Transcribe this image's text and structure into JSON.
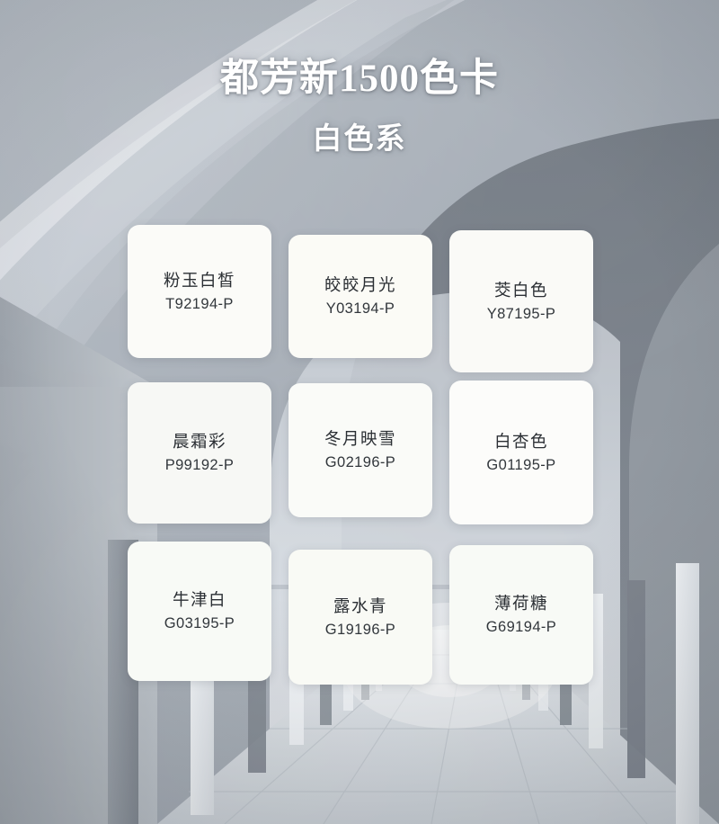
{
  "header": {
    "title": "都芳新1500色卡",
    "subtitle": "白色系"
  },
  "background": {
    "description": "grey-white curved architectural arch corridor with receding columns",
    "base_color": "#9aa1aa",
    "light_color": "#e9edf1",
    "dark_arch_color": "#7b828c",
    "sky_color": "#b9bfc6"
  },
  "swatches": [
    {
      "name": "粉玉白皙",
      "code": "T92194-P",
      "color": "#fbfbf8"
    },
    {
      "name": "皎皎月光",
      "code": "Y03194-P",
      "color": "#fbfbf6"
    },
    {
      "name": "茭白色",
      "code": "Y87195-P",
      "color": "#fafaf7"
    },
    {
      "name": "晨霜彩",
      "code": "P99192-P",
      "color": "#f7f8f5"
    },
    {
      "name": "冬月映雪",
      "code": "G02196-P",
      "color": "#fafbf8"
    },
    {
      "name": "白杏色",
      "code": "G01195-P",
      "color": "#fcfcfa"
    },
    {
      "name": "牛津白",
      "code": "G03195-P",
      "color": "#f8faf6"
    },
    {
      "name": "露水青",
      "code": "G19196-P",
      "color": "#f9faf5"
    },
    {
      "name": "薄荷糖",
      "code": "G69194-P",
      "color": "#f8faf6"
    }
  ]
}
